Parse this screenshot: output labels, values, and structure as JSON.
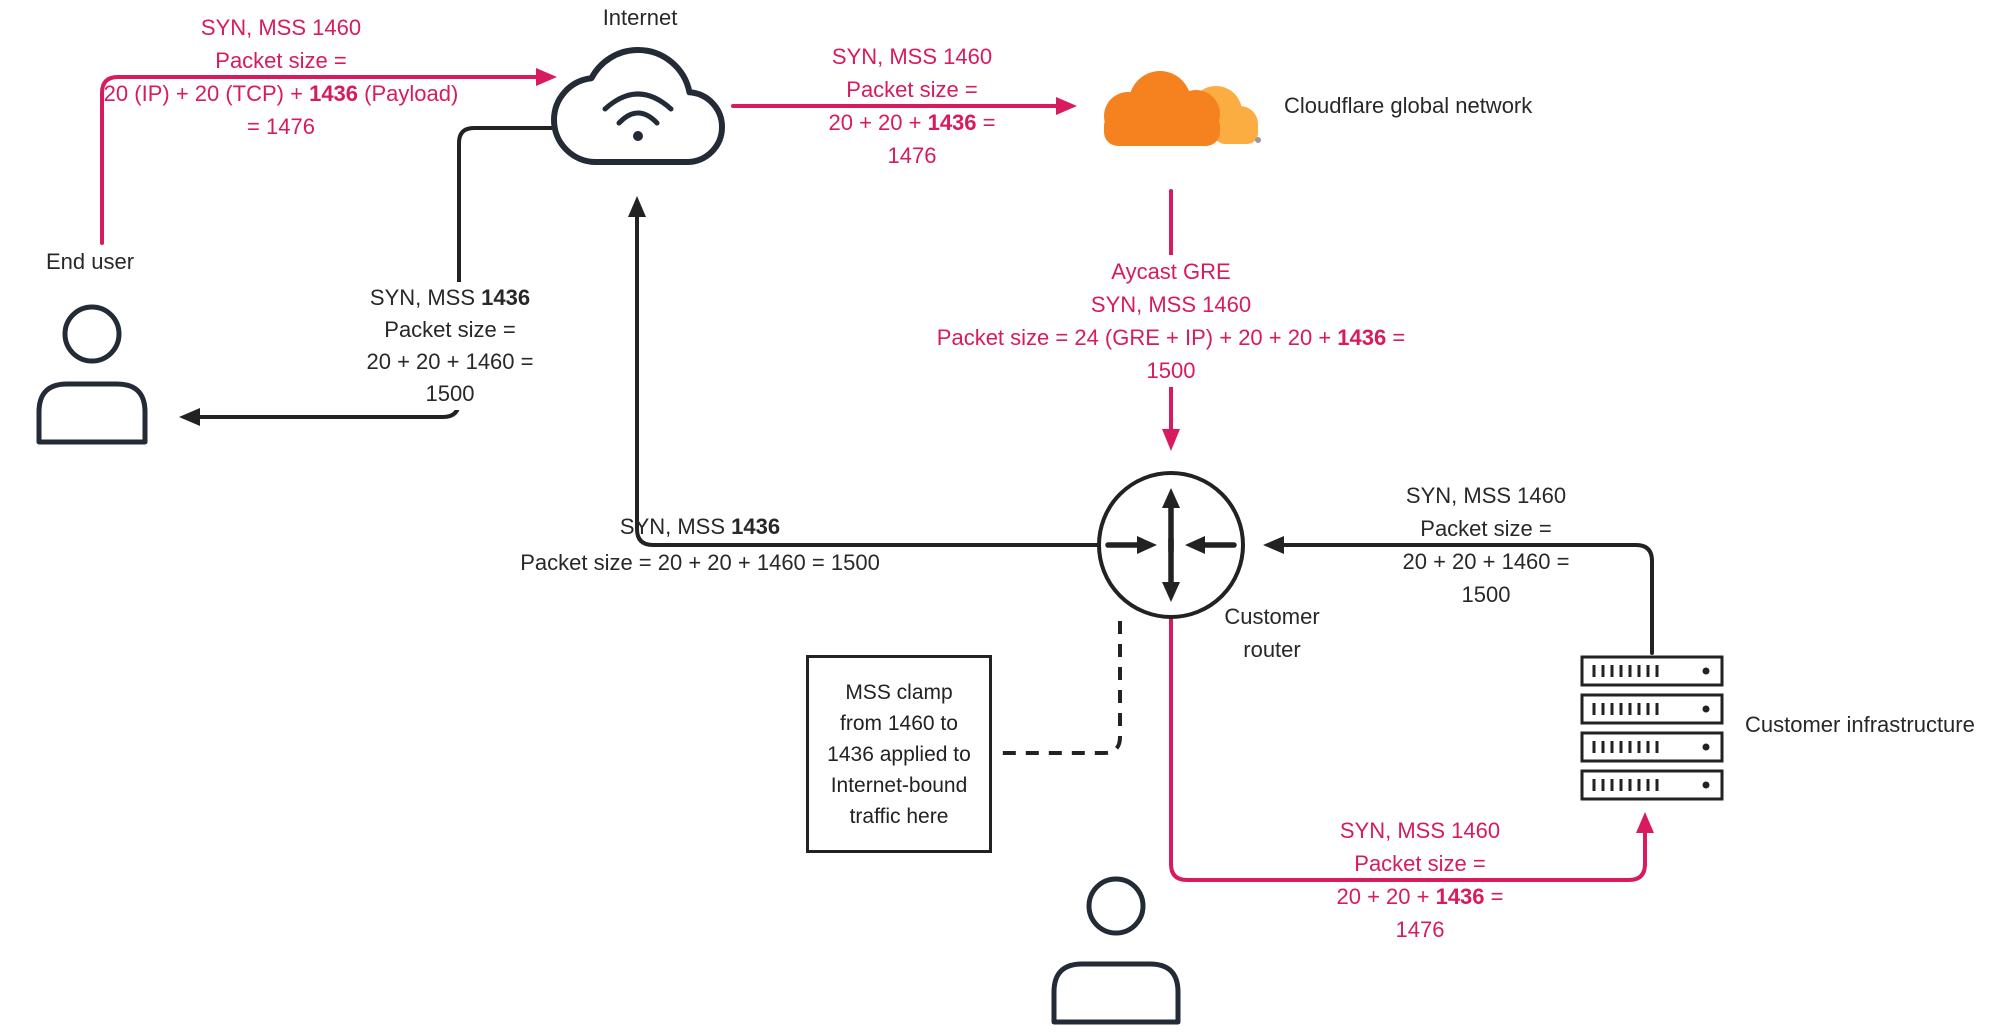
{
  "colors": {
    "pink": "#d81b5e",
    "dark": "#222222",
    "icon": "#222b36",
    "cf_orange": "#f6821f",
    "cf_light": "#fbad41"
  },
  "nodes": {
    "internet": {
      "label": "Internet"
    },
    "cloudflare": {
      "label": "Cloudflare global network"
    },
    "end_user": {
      "label": "End user"
    },
    "customer_router": {
      "line1": "Customer",
      "line2": "router"
    },
    "customer_infrastructure": {
      "label": "Customer infrastructure"
    }
  },
  "annotations": {
    "user_to_internet": {
      "lines": [
        {
          "pre": "SYN, MSS 1460"
        },
        {
          "pre": "Packet size ="
        },
        {
          "pre": "20 (IP) + 20 (TCP) + ",
          "bold": "1436",
          "post": " (Payload)"
        },
        {
          "pre": "= 1476"
        }
      ]
    },
    "internet_to_cloudflare": {
      "lines": [
        {
          "pre": "SYN, MSS 1460"
        },
        {
          "pre": "Packet size ="
        },
        {
          "pre": "20 + 20 + ",
          "bold": "1436",
          "post": " ="
        },
        {
          "pre": "1476"
        }
      ]
    },
    "cloudflare_to_router": {
      "lines": [
        {
          "pre": "Aycast GRE"
        },
        {
          "pre": "SYN, MSS 1460"
        },
        {
          "pre": "Packet size = 24 (GRE + IP) + 20 + 20 + ",
          "bold": "1436",
          "post": " ="
        },
        {
          "pre": "1500"
        }
      ]
    },
    "internet_to_user": {
      "lines": [
        {
          "pre": "SYN, MSS ",
          "bold": "1436"
        },
        {
          "pre": "Packet size ="
        },
        {
          "pre": "20 + 20 + 1460 ="
        },
        {
          "pre": "1500"
        }
      ]
    },
    "router_to_internet": {
      "lines": [
        {
          "pre": "SYN, MSS ",
          "bold": "1436"
        },
        {
          "pre": "Packet size = 20 + 20 + 1460 = 1500"
        }
      ]
    },
    "infra_to_router": {
      "lines": [
        {
          "pre": "SYN, MSS 1460"
        },
        {
          "pre": "Packet size ="
        },
        {
          "pre": "20 + 20 + 1460 ="
        },
        {
          "pre": "1500"
        }
      ]
    },
    "user2_to_infra": {
      "lines": [
        {
          "pre": "SYN, MSS 1460"
        },
        {
          "pre": "Packet size ="
        },
        {
          "pre": "20 + 20 + ",
          "bold": "1436",
          "post": " ="
        },
        {
          "pre": "1476"
        }
      ]
    }
  },
  "clamp_note": {
    "lines": [
      "MSS clamp",
      "from 1460 to",
      "1436 applied to",
      "Internet-bound",
      "traffic here"
    ]
  }
}
